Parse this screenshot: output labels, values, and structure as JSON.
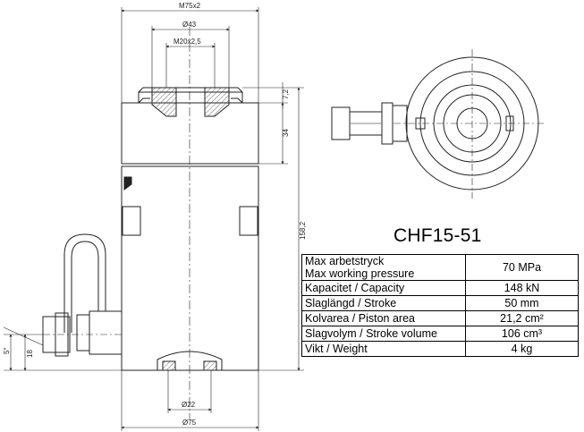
{
  "dimensions": {
    "top_thread": "M75x2",
    "bore_outer": "Ø43",
    "bore_thread": "M20x2,5",
    "saddle_height": "7,2",
    "collar_height": "34",
    "overall_height": "158,2",
    "coupler_angle": "5°",
    "coupler_height": "18",
    "bottom_hole": "Ø22",
    "body_diameter": "Ø75"
  },
  "model": "CHF15-51",
  "specs": [
    {
      "label_lines": [
        "Max arbetstryck",
        "Max working pressure"
      ],
      "value": "70 MPa"
    },
    {
      "label_lines": [
        "Kapacitet / Capacity"
      ],
      "value": "148 kN"
    },
    {
      "label_lines": [
        "Slaglängd / Stroke"
      ],
      "value": "50 mm"
    },
    {
      "label_lines": [
        "Kolvarea / Piston area"
      ],
      "value": "21,2 cm²"
    },
    {
      "label_lines": [
        "Slagvolym / Stroke volume"
      ],
      "value": "106 cm³"
    },
    {
      "label_lines": [
        "Vikt / Weight"
      ],
      "value": "4 kg"
    }
  ],
  "colors": {
    "line": "#222222",
    "hatch": "#444444"
  }
}
